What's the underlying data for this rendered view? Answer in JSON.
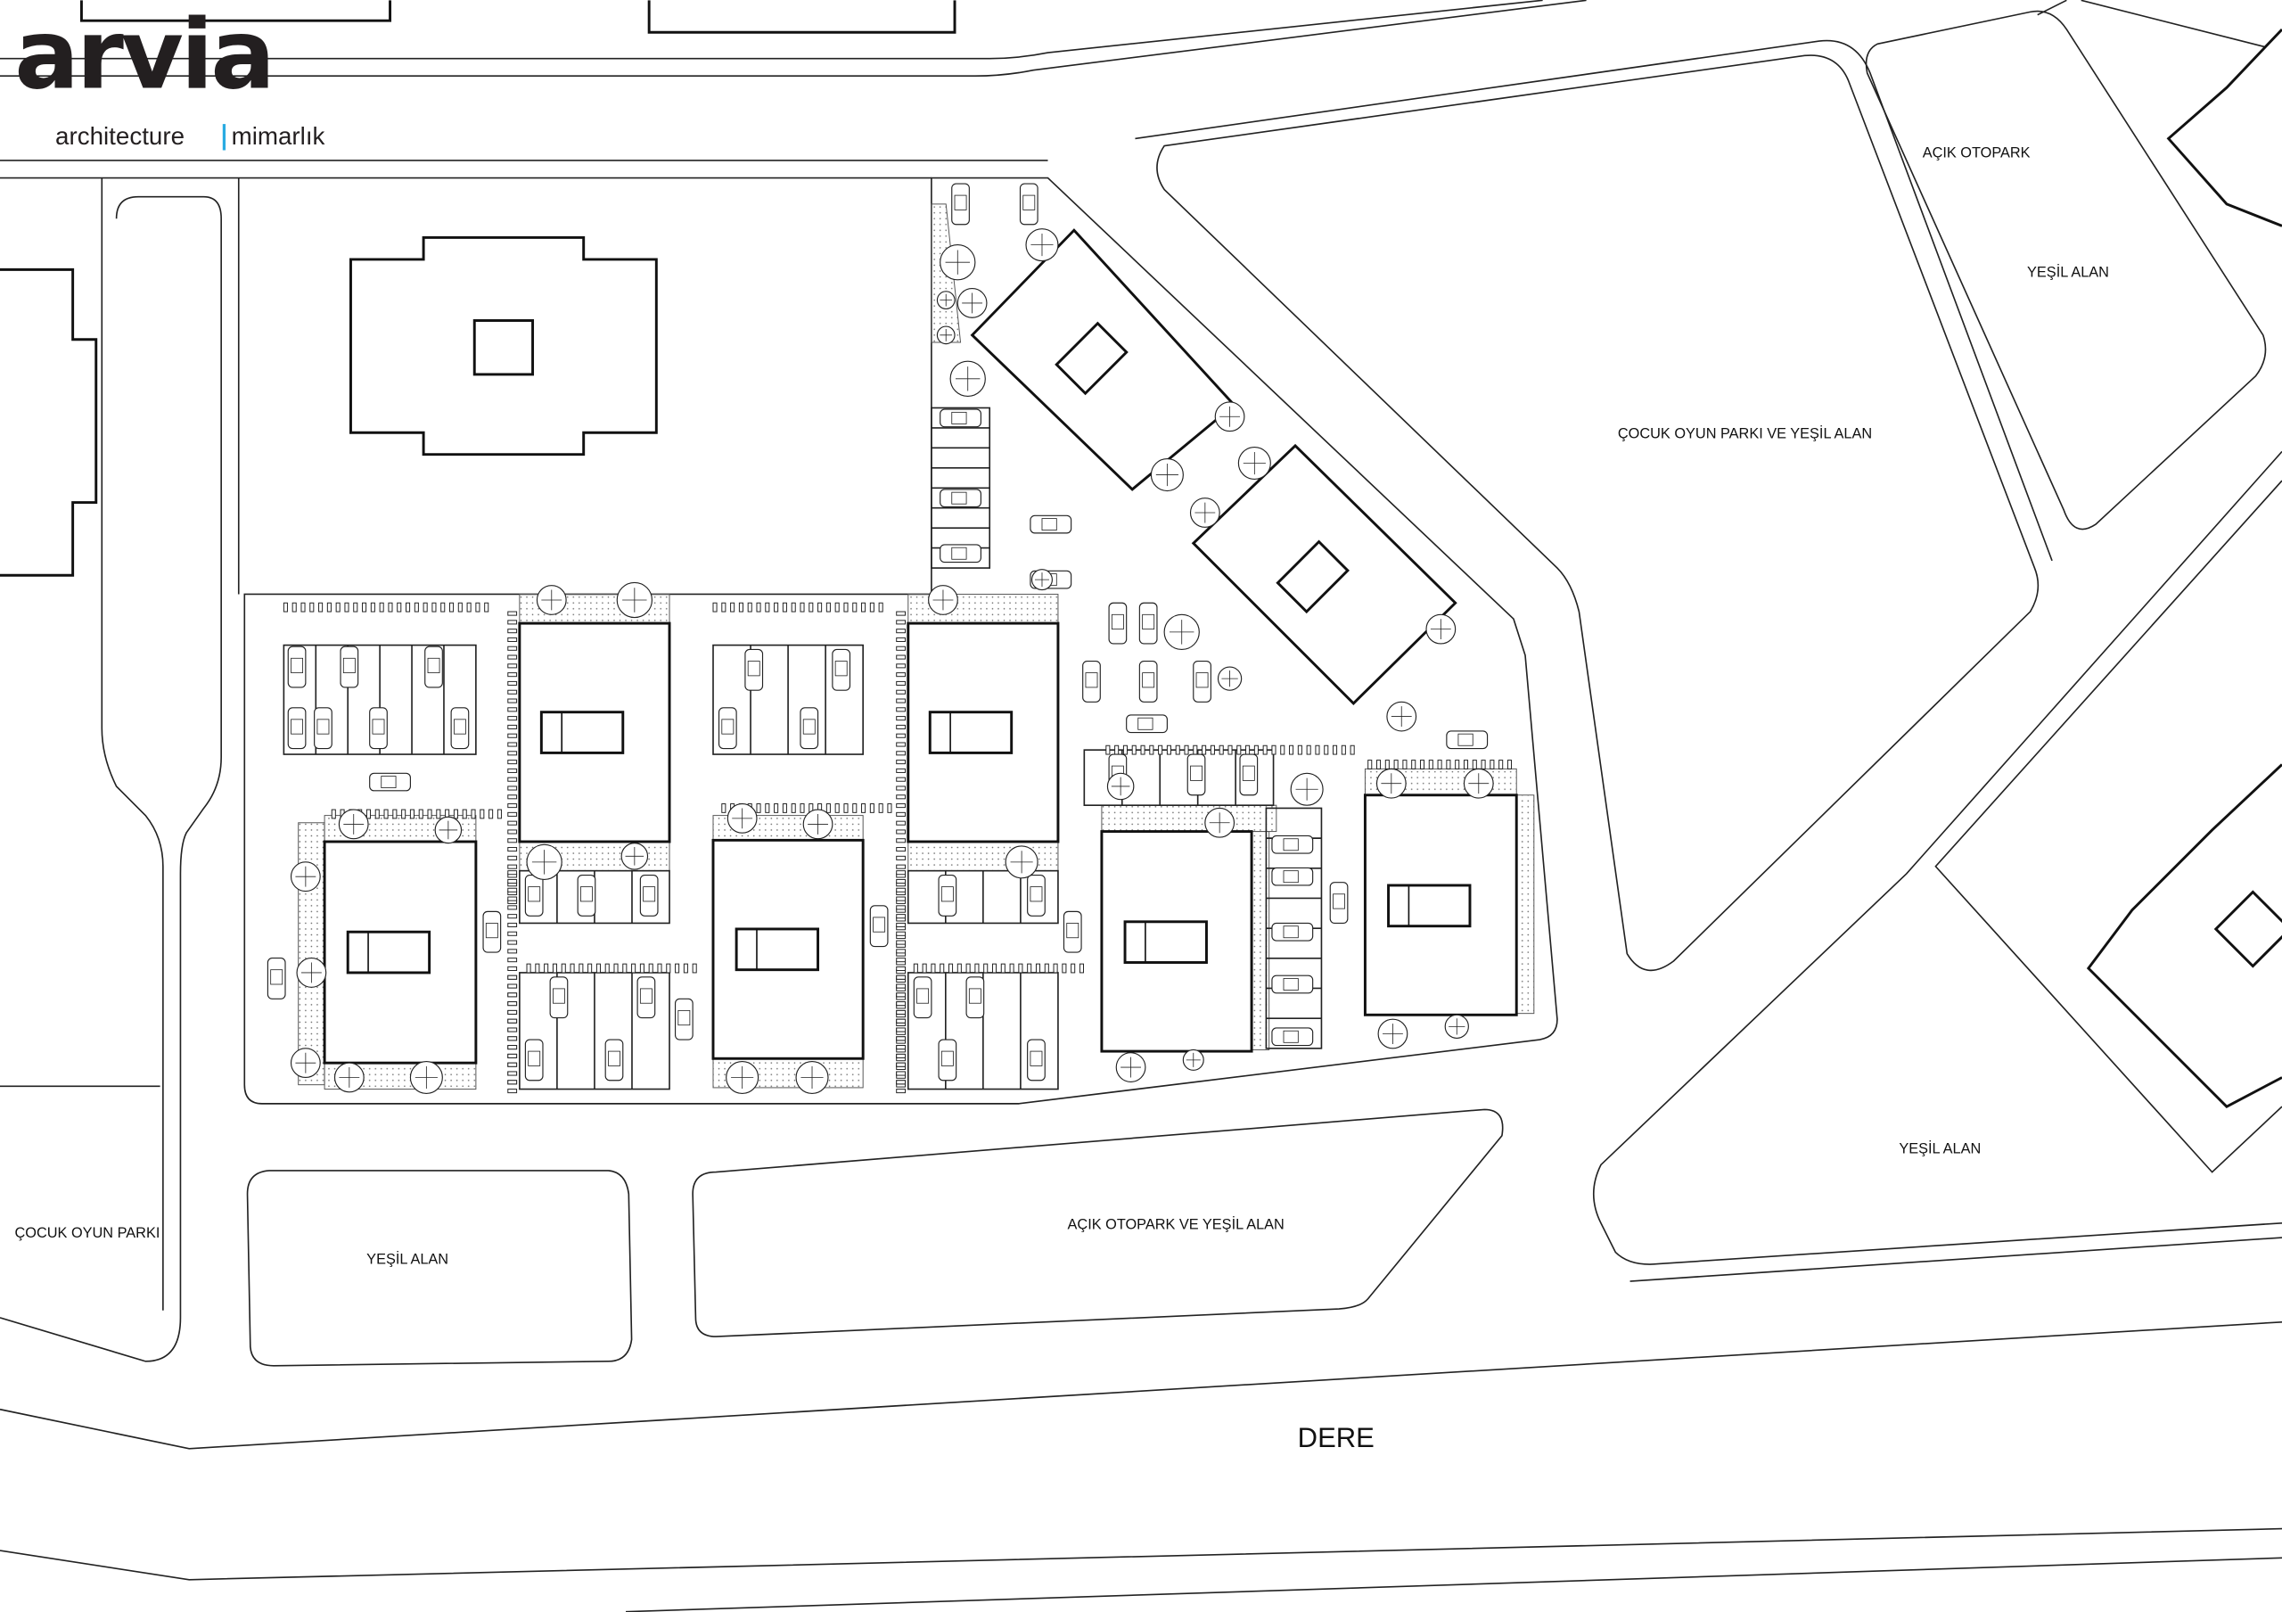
{
  "logo": {
    "name": "arvia",
    "sub_left": "architecture",
    "sub_right": "mimarlık",
    "divider_color": "#29abe2"
  },
  "labels": {
    "acik_otopark": "AÇIK OTOPARK",
    "yesil_alan_ne": "YEŞİL ALAN",
    "cocuk_oyun_parki_ve_yesil_alan": "ÇOCUK OYUN PARKI VE YEŞİL ALAN",
    "yesil_alan_se": "YEŞİL ALAN",
    "cocuk_oyun_parki": "ÇOCUK OYUN PARKI",
    "yesil_alan_sw": "YEŞİL ALAN",
    "acik_otopark_ve_yesil_alan": "AÇIK OTOPARK VE YEŞİL ALAN",
    "dere": "DERE"
  },
  "colors": {
    "line": "#222222",
    "background": "#ffffff"
  }
}
